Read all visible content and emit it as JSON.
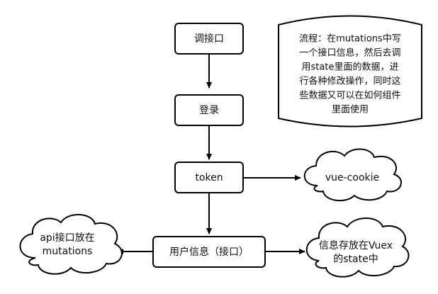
{
  "diagram": {
    "nodes": {
      "call_api": {
        "label": "调接口"
      },
      "login": {
        "label": "登录"
      },
      "token": {
        "label": "token"
      },
      "user_info": {
        "label": "用户信息（接口）"
      },
      "note": {
        "lines": [
          "流程：在mutations中写",
          "一个接口信息，然后去调",
          "用state里面的数据，进",
          "行各种修改操作，同时这",
          "些数据又可以在如何组件",
          "里面使用"
        ]
      },
      "vue_cookie": {
        "label": "vue-cookie"
      },
      "api_mutations": {
        "lines": [
          "api接口放在",
          "mutations"
        ]
      },
      "vuex_state": {
        "lines": [
          "信息存放在Vuex",
          "的state中"
        ]
      }
    },
    "edges": [
      {
        "from": "call_api",
        "to": "login"
      },
      {
        "from": "login",
        "to": "token"
      },
      {
        "from": "token",
        "to": "vue_cookie"
      },
      {
        "from": "token",
        "to": "user_info"
      },
      {
        "from": "user_info",
        "to": "api_mutations"
      },
      {
        "from": "user_info",
        "to": "vuex_state"
      }
    ],
    "colors": {
      "stroke": "#000000",
      "fill": "#ffffff",
      "text": "#111111"
    }
  }
}
